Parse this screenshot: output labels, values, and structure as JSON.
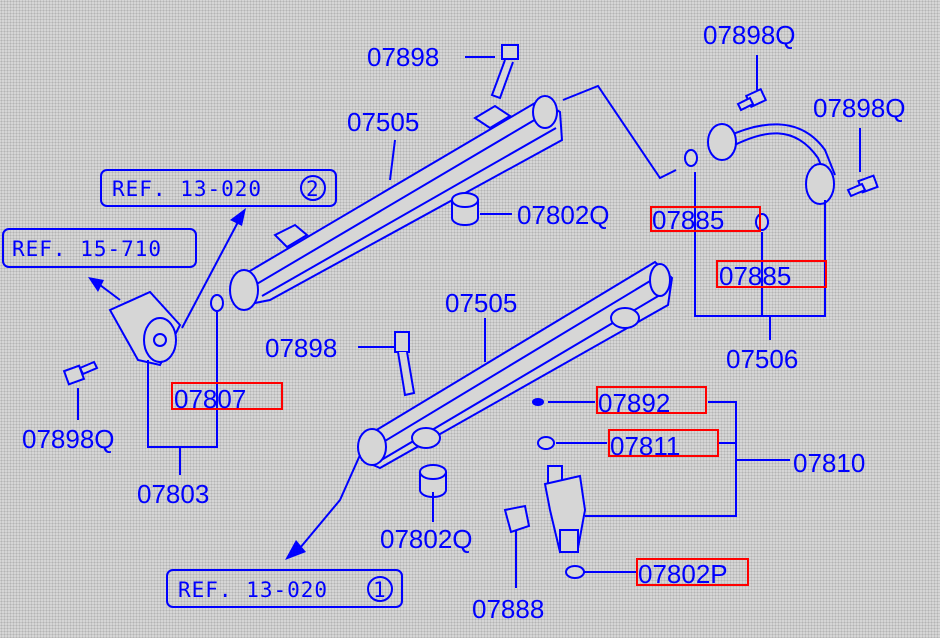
{
  "colors": {
    "line": "#0000ff",
    "highlight": "#ff0000",
    "background": "#d6d6d6"
  },
  "refs": [
    {
      "text": "REF. 13-020",
      "circled": "2"
    },
    {
      "text": "REF. 15-710"
    },
    {
      "text": "REF. 13-020",
      "circled": "1"
    }
  ],
  "labels": {
    "bolt_top": "07898",
    "rail_top": "07505",
    "insulator_top": "07802Q",
    "bolt_q_top": "07898Q",
    "bolt_q_right": "07898Q",
    "oring_1": "07885",
    "oring_2": "07885",
    "pipe": "07506",
    "rail_bottom": "07505",
    "bolt_mid": "07898",
    "oring_regulator": "07807",
    "bolt_q_left": "07898Q",
    "regulator": "07803",
    "filter": "07892",
    "oring_injector": "07811",
    "injector": "07810",
    "insulator_bottom": "07802Q",
    "seal_injector": "07802P",
    "connector": "07888"
  }
}
